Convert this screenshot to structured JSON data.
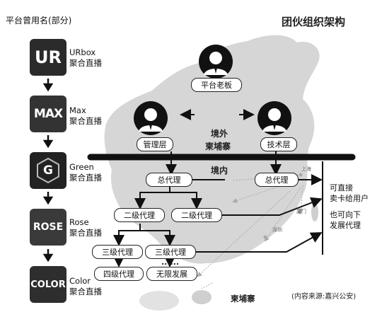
{
  "left_panel": {
    "heading": "平台曾用名(部分)",
    "apps": [
      {
        "logo": "UR",
        "name": "URbox",
        "desc": "聚合直播"
      },
      {
        "logo": "MAX",
        "name": "Max",
        "desc": "聚合直播"
      },
      {
        "logo": "G",
        "name": "Green",
        "desc": "聚合直播"
      },
      {
        "logo": "ROSE",
        "name": "Rose",
        "desc": "聚合直播"
      },
      {
        "logo": "COLOR",
        "name": "Color",
        "desc": "聚合直播"
      }
    ]
  },
  "diagram": {
    "title": "团伙组织架构",
    "boss": "平台老板",
    "management": "管理层",
    "tech": "技术层",
    "overseas_label": "境外",
    "cambodia_label": "柬埔寨",
    "domestic_label": "境内",
    "general_agent_left": "总代理",
    "general_agent_right": "总代理",
    "second_level_1": "二级代理",
    "second_level_2": "二级代理",
    "third_level_1": "三级代理",
    "third_level_2": "三级代理",
    "fourth_level": "四级代理",
    "ellipsis": "......",
    "unlimited": "无限发展",
    "right_note_1": [
      "可直接",
      "卖卡给用户"
    ],
    "right_note_2": [
      "也可向下",
      "发展代理"
    ],
    "cambodia_bottom": "柬埔寨",
    "source": "(内容来源:嘉兴公安)",
    "map_labels": {
      "shanghai": "上海",
      "xiamen": "厦门",
      "shenzhen": "深圳"
    }
  }
}
